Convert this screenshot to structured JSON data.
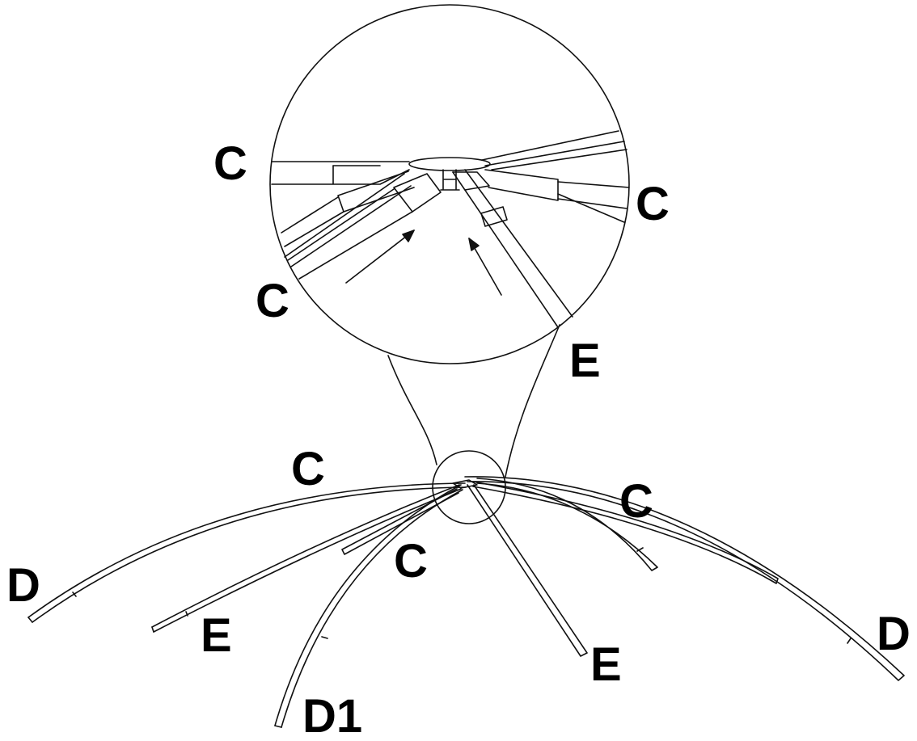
{
  "labels": {
    "detail_c_left": "C",
    "detail_c_right": "C",
    "detail_c_lower": "C",
    "detail_e": "E",
    "main_c_top": "C",
    "main_c_right": "C",
    "main_c_center": "C",
    "main_d_left": "D",
    "main_d_right": "D",
    "main_e_left": "E",
    "main_e_right": "E",
    "main_d1": "D1"
  },
  "colors": {
    "stroke": "#111111",
    "background": "#ffffff"
  }
}
